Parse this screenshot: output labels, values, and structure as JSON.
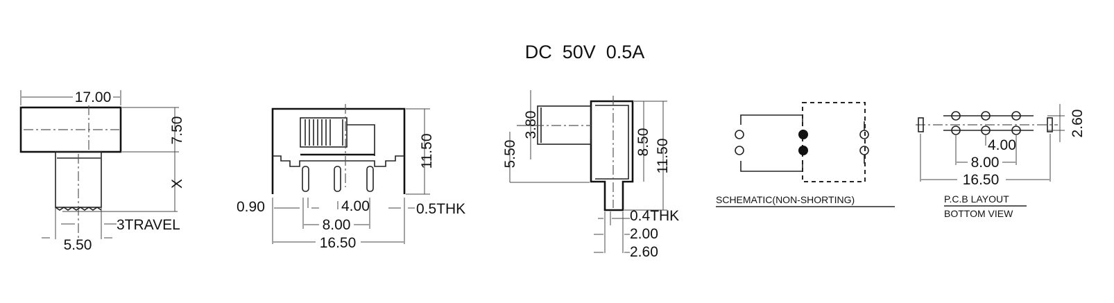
{
  "title": "DC  50V  0.5A",
  "front_view": {
    "width": "17.00",
    "height": "7.50",
    "stem_length": "X",
    "travel": "3TRAVEL",
    "stem_width": "5.50"
  },
  "side_view": {
    "height": "11.50",
    "pin_width": "0.90",
    "pin_pitch": "4.00",
    "pin_span": "8.00",
    "overall": "16.50",
    "thickness": "0.5THK"
  },
  "end_view": {
    "knob_height": "3.80",
    "knob_offset": "5.50",
    "body_height": "8.50",
    "overall_height": "11.50",
    "pin_thickness": "0.4THK",
    "pin_width": "2.00",
    "pin_outer": "2.60"
  },
  "schematic": {
    "label": "SCHEMATIC(NON-SHORTING)"
  },
  "pcb_layout": {
    "label_line1": "P.C.B LAYOUT",
    "label_line2": "BOTTOM VIEW",
    "row_spacing": "2.60",
    "pitch": "4.00",
    "span": "8.00",
    "overall": "16.50"
  }
}
